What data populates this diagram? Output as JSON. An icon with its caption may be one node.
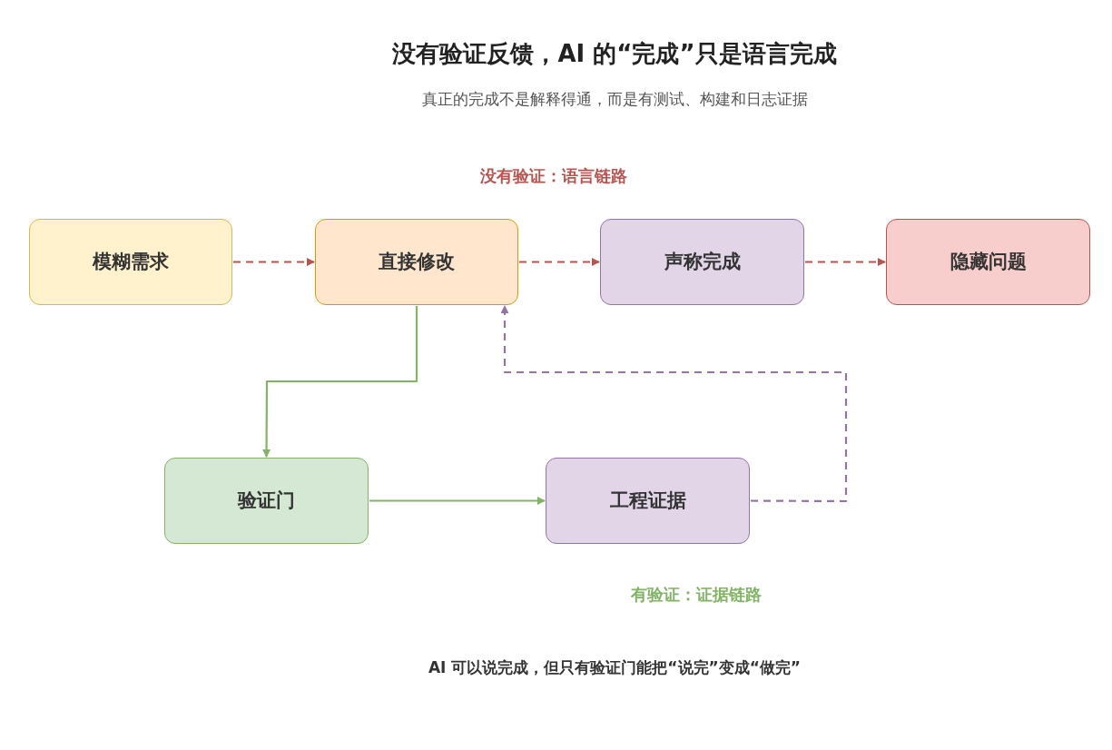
{
  "diagram": {
    "title": "没有验证反馈，AI 的“完成”只是语言完成",
    "caption": "真正的完成不是解释得通，而是有测试、构建和日志证据",
    "nodes": [
      {
        "text": [
          "模糊需求"
        ]
      },
      {
        "text": [
          "直接修改"
        ]
      },
      {
        "text": [
          "声称完成"
        ]
      },
      {
        "text": [
          "隐藏问题"
        ]
      },
      {
        "text": [
          "验证门"
        ]
      },
      {
        "text": [
          "工程证据"
        ]
      }
    ],
    "edges": [
      {
        "from": 0,
        "to": 1,
        "arrow": "to",
        "style": "dashed",
        "color": "#b85450"
      },
      {
        "from": 1,
        "to": 2,
        "arrow": "to",
        "style": "dashed",
        "color": "#b85450"
      },
      {
        "from": 2,
        "to": 3,
        "arrow": "to",
        "style": "dashed",
        "color": "#b85450"
      },
      {
        "from": 1,
        "to": 4,
        "arrow": "to",
        "color": "#82b366"
      },
      {
        "from": 4,
        "to": 5,
        "arrow": "to",
        "color": "#82b366"
      },
      {
        "from": 5,
        "to": 1,
        "arrow": "to",
        "style": "dashed",
        "color": "#9673a6"
      }
    ],
    "labels": [
      "没有验证：语言链路",
      "有验证：证据链路",
      "AI 可以说完成，但只有验证门能把“说完”变成“做完”"
    ]
  }
}
